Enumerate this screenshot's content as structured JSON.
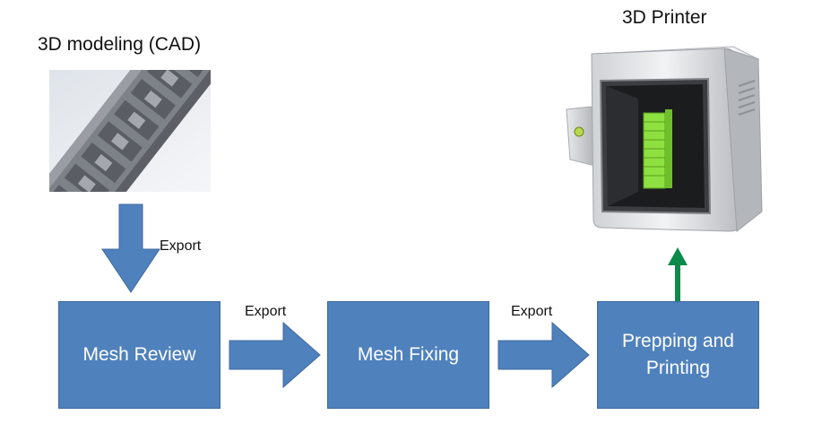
{
  "diagram": {
    "cad_title": "3D modeling (CAD)",
    "printer_title": "3D Printer",
    "export_labels": [
      "Export",
      "Export",
      "Export"
    ],
    "steps": [
      {
        "line1": "Mesh Review",
        "line2": ""
      },
      {
        "line1": "Mesh Fixing",
        "line2": ""
      },
      {
        "line1": "Prepping and",
        "line2": "Printing"
      }
    ]
  },
  "colors": {
    "box_fill": "#4f81bd",
    "box_text": "#ffffff",
    "arrow_fill": "#4f81bd",
    "printer_arrow": "#0b8a4a",
    "printed_part": "#8de040"
  },
  "icons": {
    "cad": "cad-model-image",
    "printer": "3d-printer-icon"
  }
}
